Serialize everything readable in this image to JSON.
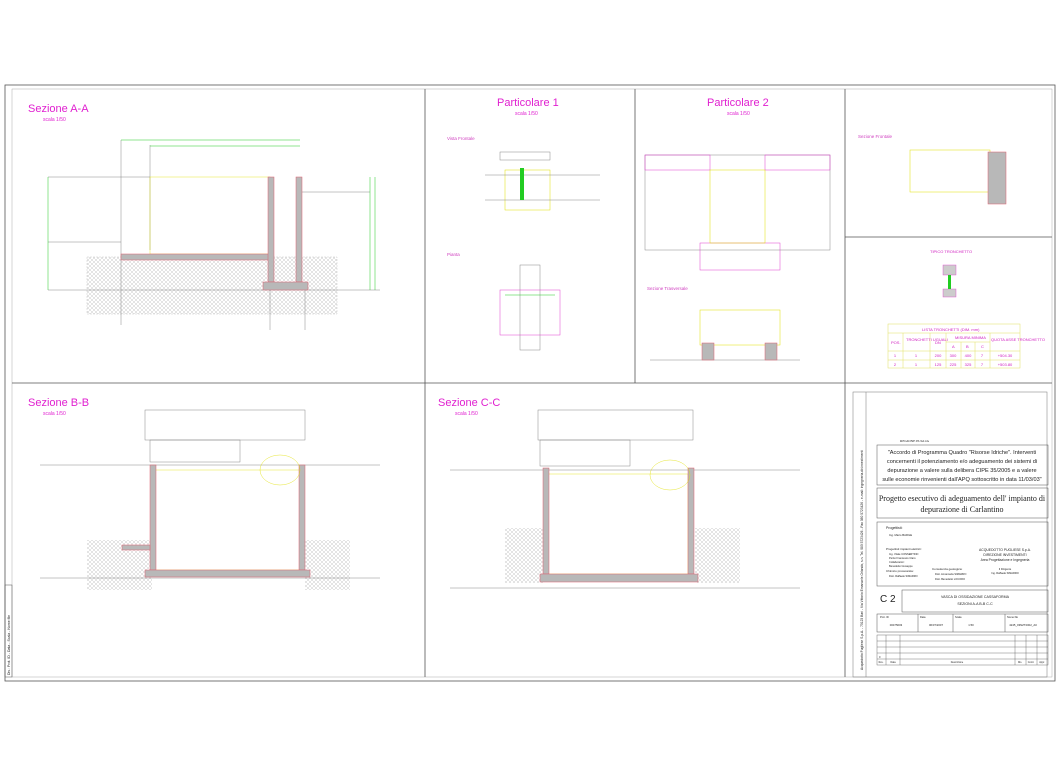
{
  "colors": {
    "title": "#e020d0",
    "dimension": "#22cc22",
    "concrete": "#b8b8b8",
    "outline": "#e06070",
    "hidden": "#e0e000",
    "frame": "#555555"
  },
  "sections": {
    "aa": {
      "title": "Sezione A-A",
      "scale": "scala 1/50"
    },
    "bb": {
      "title": "Sezione B-B",
      "scale": "scala 1/50"
    },
    "cc": {
      "title": "Sezione C-C",
      "scale": "scala 1/50"
    },
    "p1": {
      "title": "Particolare  1",
      "scale": "scala 1/50",
      "views": [
        "Vista Frontale",
        "Pianta"
      ]
    },
    "p2": {
      "title": "Particolare  2",
      "scale": "scala 1/50",
      "views": [
        "Sezione Frontale",
        "Sezione Trasversale"
      ]
    }
  },
  "tronchetto": {
    "title": "TIPICO TRONCHETTO",
    "table_title": "LISTA TRONCHETTI (DIM. mm)",
    "headers": [
      "POS.",
      "TRONCHETTI UGUALI",
      "DN",
      "MISURA MINIMA",
      "QUOTA ASSE TRONCHETTO"
    ],
    "sub_headers": [
      "A",
      "B",
      "C"
    ],
    "rows": [
      [
        "1",
        "1",
        "200",
        "300",
        "400",
        "7",
        "+504.30"
      ],
      [
        "2",
        "1",
        "125",
        "225",
        "325",
        "7",
        "+503.80"
      ]
    ]
  },
  "title_block": {
    "region": "REGIONE PUGLIA",
    "agreement": [
      "\"Accordo di Programma Quadro \"Risorse Idriche\". Interventi",
      "concernenti il potenziamento e/o adeguamento dei sistemi di",
      "depurazione a valere sulla delibera CIPE 35/2005 e a valere",
      "sulle economie rinvenienti dall'APQ sottoscritto in data 11/03/03\""
    ],
    "project": [
      "Progetto esecutivo di adeguamento dell' impianto di",
      "depurazione di Carlantino"
    ],
    "designers_label": "Progettisti:",
    "designer": "Ing. Mario BARILE",
    "plant_label": "Progettisti impianti elettrici:",
    "plant_names": [
      "Ing. Vitale CONSERTINO",
      "Perito Francesco Claro",
      "Collaboratori:",
      "Benedetto Giuseppe"
    ],
    "chem_label": "Chimico processista:",
    "chem_name": "Dott. Raffaele SIMARRO",
    "geo_label": "Consulenza geologica:",
    "geo_names": [
      "Dott. Annamaria SIMARRO",
      "Dott. Benedetto LOCORO"
    ],
    "company": [
      "ACQUEDOTTO PUGLIESE S.p.A.",
      "DIREZIONE INVESTIMENTI",
      "Area Progettazione e Ingegneria"
    ],
    "manager_label": "Il Dirigente",
    "manager": "Ing. Raffaele SIMARRO",
    "code": "C 2",
    "drawing_title": [
      "VASCA DI OSSIDAZIONE CASSAFORMA",
      "SEZIONI A-A B-B C-C"
    ],
    "meta": [
      {
        "label": "Prot. ID",
        "value": "00475003"
      },
      {
        "label": "Data",
        "value": "06/07/2007"
      },
      {
        "label": "Scala",
        "value": "1:50"
      },
      {
        "label": "Nome file",
        "value": "4245_03NZT2002_A0"
      }
    ],
    "revision_headers": [
      "Rev.",
      "Data",
      "Descrizione",
      "Dis.",
      "Contr.",
      "Appr."
    ],
    "revision_zero": "0",
    "side_text": "Acquedotto Pugliese S.p.A. - 70123 Bari - Via Vittorio Emanuele Orlando, s.n. Tel. 080 5723426 - Fax 080 5723426 - e-mail: ingegneria.dir.investimenti"
  },
  "left_strip": "Dis.: Prot. ID - Data - Scala - Nome file"
}
